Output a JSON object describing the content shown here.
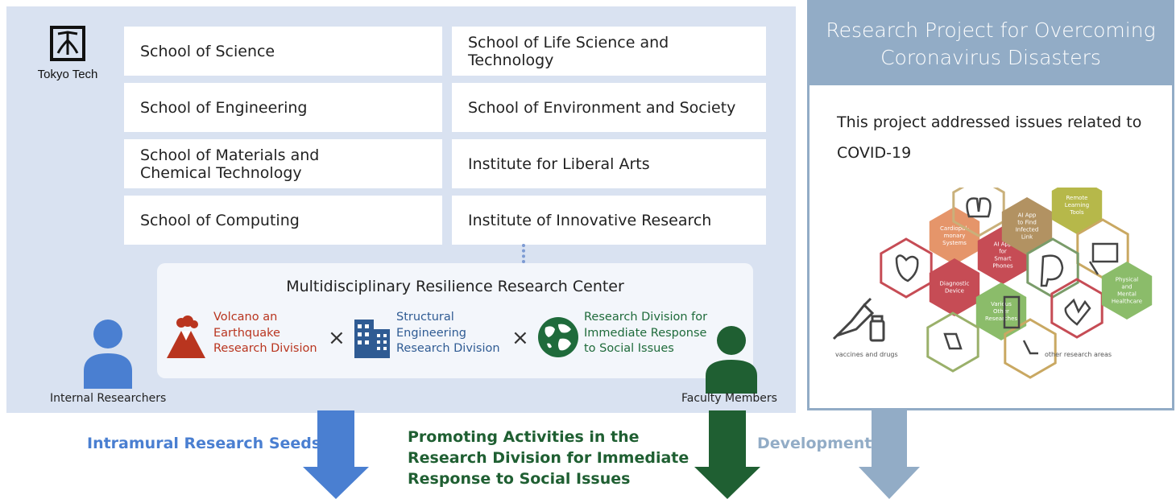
{
  "logo": {
    "caption": "Tokyo Tech"
  },
  "schools": [
    {
      "label": "School of Science"
    },
    {
      "label": "School of Life Science and Technology"
    },
    {
      "label": "School of Engineering"
    },
    {
      "label": "School of Environment and Society"
    },
    {
      "label": "School of Materials and Chemical Technology"
    },
    {
      "label": "Institute for Liberal Arts"
    },
    {
      "label": "School of Computing"
    },
    {
      "label": "Institute of Innovative Research"
    }
  ],
  "center": {
    "title": "Multidisciplinary Resilience Research Center",
    "divisions": [
      {
        "lines": [
          "Volcano an",
          "Earthquake",
          "Research Division"
        ],
        "color": "#b9351f"
      },
      {
        "lines": [
          "Structural",
          "Engineering",
          "Research Division"
        ],
        "color": "#2f5b93"
      },
      {
        "lines": [
          "Research Division for",
          "Immediate Response",
          "to Social Issues"
        ],
        "color": "#1f6b3b"
      }
    ],
    "cross_symbol": "×"
  },
  "people": {
    "internal": "Internal Researchers",
    "faculty": "Faculty Members"
  },
  "project": {
    "title_line1": "Research Project for Overcoming",
    "title_line2": "Coronavirus Disasters",
    "body": "This project addressed issues related to COVID-19",
    "hexagons": [
      "Cardiopul-|monary|Systems",
      "AI App|for|Smart|Phones",
      "AI App|to Find|Infected|Link",
      "Remote|Learning|Tools",
      "Diagnostic|Device",
      "Various|Other|Researches",
      "Physical|and|Mental|Healthcare"
    ],
    "captions": {
      "vaccines": "vaccines and drugs",
      "other": "other research areas"
    }
  },
  "arrows": [
    {
      "label_lines": [
        "Intramural Research Seeds"
      ],
      "color": "#4a7fd1"
    },
    {
      "label_lines": [
        "Promoting Activities in the",
        "Research Division for Immediate",
        "Response to Social Issues"
      ],
      "color": "#1f5f32"
    },
    {
      "label_lines": [
        "Development"
      ],
      "color": "#92acc6"
    }
  ],
  "colors": {
    "panel_bg": "#d9e2f1",
    "internal_person": "#4a7fd1",
    "faculty_person": "#1f5f32",
    "project_accent": "#92acc6"
  }
}
